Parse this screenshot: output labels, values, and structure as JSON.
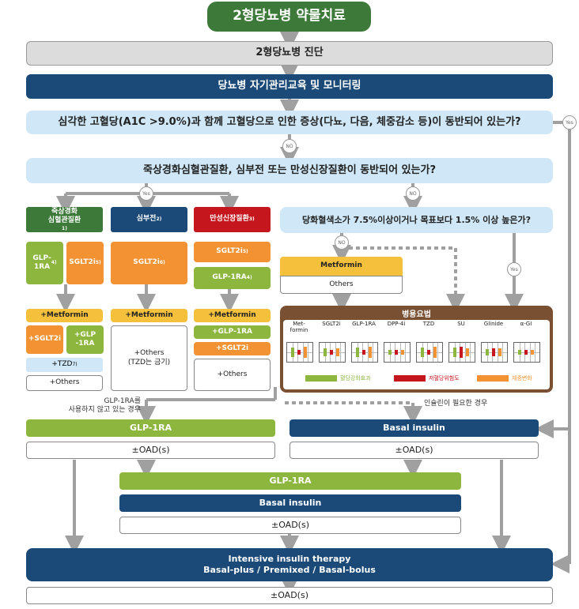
{
  "title": "2형당뇨병 약물치료",
  "diagnosis": "2형당뇨병 진단",
  "education": "당뇨병 자기관리교육 및 모니터링",
  "q1": "심각한 고혈당(A1C >9.0%)과 함께 고혈당으로 인한 증상(다뇨, 다음, 체중감소 등)이 동반되어 있는가?",
  "q2": "죽상경화심혈관질환, 심부전 또는 만성신장질환이 동반되어 있는가?",
  "q3": "당화혈색소가 7.5%이상이거나 목표보다 1.5% 이상 높은가?",
  "yes": "Yes",
  "no": "NO",
  "ascvd": {
    "label": "죽상경화\n심혈관질환",
    "sup": "1)",
    "glp1": "GLP-\n1RA",
    "glp1_sup": "4)",
    "sglt2": "SGLT2i",
    "sglt2_sup": "5)",
    "metformin": "+Metformin",
    "add_sglt2": "+SGLT2i",
    "add_glp1": "+GLP\n-1RA",
    "tzd": "+TZD",
    "tzd_sup": "7)",
    "others": "+Others"
  },
  "hf": {
    "label": "심부전",
    "sup": "2)",
    "sglt2": "SGLT2i",
    "sglt2_sup": "6)",
    "metformin": "+Metformin",
    "others": "+Others\n(TZD는 금기)"
  },
  "ckd": {
    "label": "만성신장질환",
    "sup": "3)",
    "sglt2": "SGLT2i",
    "sglt2_sup": "5)",
    "glp1": "GLP-1RA",
    "glp1_sup": "4)",
    "metformin": "+Metformin",
    "add_glp1": "+GLP-1RA",
    "add_sglt2": "+SGLT2i",
    "others": "+Others"
  },
  "metformin_box": {
    "top": "Metformin",
    "bottom": "Others"
  },
  "combo": {
    "title": "병용요법",
    "drugs": [
      "Met-\nformin",
      "SGLT2i",
      "GLP-1RA",
      "DPP-4i",
      "TZD",
      "SU",
      "Glinide",
      "α-GI"
    ],
    "legend": [
      {
        "label": "혈당강화효과",
        "color": "#8db63f"
      },
      {
        "label": "저혈당위험도",
        "color": "#c4161c"
      },
      {
        "label": "체중변화",
        "color": "#f29233"
      }
    ]
  },
  "note_left": "GLP-1RA를\n사용하지 않고 있는 경우",
  "note_right": "인슐린이 필요한 경우",
  "glp1_left": "GLP-1RA",
  "oad_left": "±OAD(s)",
  "basal_right": "Basal insulin",
  "oad_right": "±OAD(s)",
  "combo_glp1": "GLP-1RA",
  "combo_basal": "Basal insulin",
  "combo_oad": "±OAD(s)",
  "intensive_line1": "Intensive insulin therapy",
  "intensive_line2": "Basal-plus / Premixed / Basal-bolus",
  "final_oad": "±OAD(s)"
}
